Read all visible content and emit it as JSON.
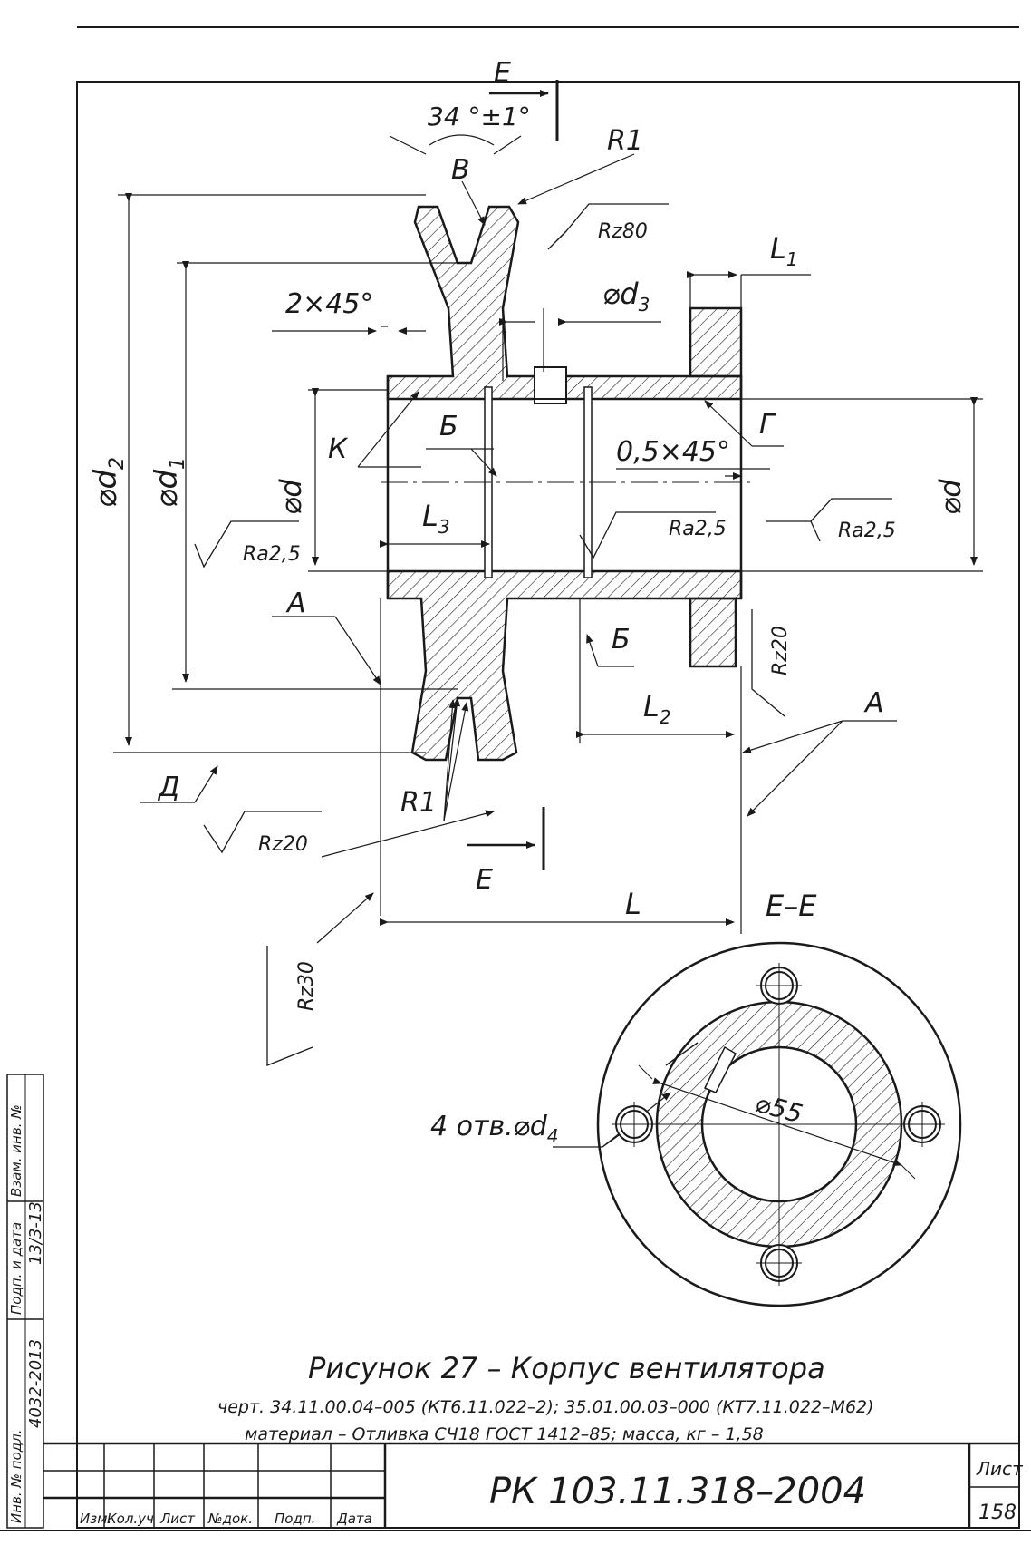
{
  "section_marks": {
    "top": "Е",
    "bottom": "Е",
    "view": "Е–Е"
  },
  "dims": {
    "angle": "34 °±1°",
    "B": "В",
    "R1_top": "R1",
    "R1_bottom": "R1",
    "chamfer_2x45": "2×45°",
    "d3": "⌀d",
    "d3_sub": "3",
    "L1": "L",
    "L1_sub": "1",
    "K": "К",
    "B_top": "Б",
    "B_bottom": "Б",
    "chamfer_05": "0,5×45°",
    "G": "Г",
    "d_left": "⌀d",
    "d_right": "⌀d",
    "d1": "⌀d",
    "d1_sub": "1",
    "d2": "⌀d",
    "d2_sub": "2",
    "L3": "L",
    "L3_sub": "3",
    "L2": "L",
    "L2_sub": "2",
    "L": "L",
    "A_left": "А",
    "A_right": "А",
    "D": "Д",
    "holes": "4 отв.⌀d",
    "holes_sub": "4",
    "d55": "⌀55"
  },
  "roughness": {
    "rz80": "Rz80",
    "ra_left": "Ra2,5",
    "ra_mid": "Ra2,5",
    "ra_right": "Ra2,5",
    "rz20_right": "Rz20",
    "rz20_bottom": "Rz20",
    "rz30": "Rz30"
  },
  "caption": {
    "title": "Рисунок 27 – Корпус вентилятора",
    "line1": "черт. 34.11.00.04–005 (КТ6.11.022–2); 35.01.00.03–000 (КТ7.11.022–М62)",
    "line2": "материал – Отливка СЧ18 ГОСТ 1412–85; масса, кг – 1,58"
  },
  "title_block": {
    "headers": [
      "Изм.",
      "Кол.уч",
      "Лист",
      "№док.",
      "Подп.",
      "Дата"
    ],
    "doc_number": "РК 103.11.318–2004",
    "sheet_label": "Лист",
    "sheet_number": "158"
  },
  "margin": {
    "inv_label": "Инв. № подл.",
    "inv_value": "4032-2013",
    "sign_label": "Подп. и дата",
    "sign_value": "13/3-13",
    "vzam_label": "Взам. инв. №"
  }
}
